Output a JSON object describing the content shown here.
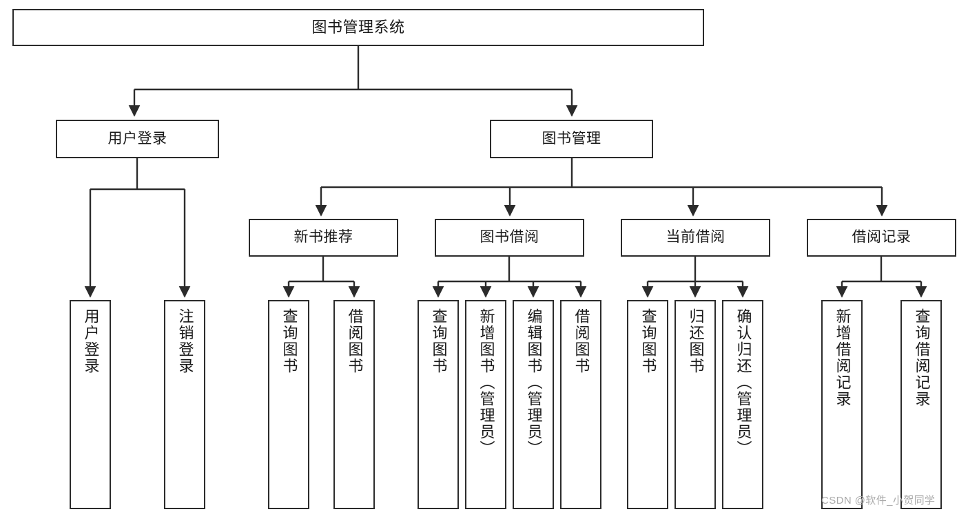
{
  "diagram": {
    "type": "tree-hierarchy",
    "title": "图书管理系统",
    "watermark": "CSDN @软件_小贺同学",
    "colors": {
      "stroke": "#2b2b2b",
      "fill": "#ffffff",
      "text": "#1a1a1a",
      "watermark": "#a9a9a9"
    },
    "levels": [
      {
        "level": 0,
        "nodes": [
          {
            "id": "root",
            "label": "图书管理系统",
            "orientation": "horizontal"
          }
        ]
      },
      {
        "level": 1,
        "nodes": [
          {
            "id": "user-login",
            "label": "用户登录",
            "orientation": "horizontal",
            "parent": "root"
          },
          {
            "id": "book-manage",
            "label": "图书管理",
            "orientation": "horizontal",
            "parent": "root"
          }
        ]
      },
      {
        "level": 2,
        "nodes": [
          {
            "id": "new-book-rec",
            "label": "新书推荐",
            "orientation": "horizontal",
            "parent": "book-manage"
          },
          {
            "id": "book-borrow",
            "label": "图书借阅",
            "orientation": "horizontal",
            "parent": "book-manage"
          },
          {
            "id": "current-borrow",
            "label": "当前借阅",
            "orientation": "horizontal",
            "parent": "book-manage"
          },
          {
            "id": "borrow-record",
            "label": "借阅记录",
            "orientation": "horizontal",
            "parent": "book-manage"
          }
        ]
      },
      {
        "level": 3,
        "nodes": [
          {
            "id": "leaf-user-login",
            "label": "用户登录",
            "orientation": "vertical",
            "parent": "user-login"
          },
          {
            "id": "leaf-logout",
            "label": "注销登录",
            "orientation": "vertical",
            "parent": "user-login"
          },
          {
            "id": "leaf-query-book-1",
            "label": "查询图书",
            "orientation": "vertical",
            "parent": "new-book-rec"
          },
          {
            "id": "leaf-borrow-book-1",
            "label": "借阅图书",
            "orientation": "vertical",
            "parent": "new-book-rec"
          },
          {
            "id": "leaf-query-book-2",
            "label": "查询图书",
            "orientation": "vertical",
            "parent": "book-borrow"
          },
          {
            "id": "leaf-add-book",
            "label": "新增图书（管理员）",
            "orientation": "vertical",
            "parent": "book-borrow"
          },
          {
            "id": "leaf-edit-book",
            "label": "编辑图书（管理员）",
            "orientation": "vertical",
            "parent": "book-borrow"
          },
          {
            "id": "leaf-borrow-book-2",
            "label": "借阅图书",
            "orientation": "vertical",
            "parent": "book-borrow"
          },
          {
            "id": "leaf-query-book-3",
            "label": "查询图书",
            "orientation": "vertical",
            "parent": "current-borrow"
          },
          {
            "id": "leaf-return-book",
            "label": "归还图书",
            "orientation": "vertical",
            "parent": "current-borrow"
          },
          {
            "id": "leaf-confirm-return",
            "label": "确认归还（管理员）",
            "orientation": "vertical",
            "parent": "current-borrow"
          },
          {
            "id": "leaf-add-record",
            "label": "新增借阅记录",
            "orientation": "vertical",
            "parent": "borrow-record"
          },
          {
            "id": "leaf-query-record",
            "label": "查询借阅记录",
            "orientation": "vertical",
            "parent": "borrow-record"
          }
        ]
      }
    ]
  }
}
